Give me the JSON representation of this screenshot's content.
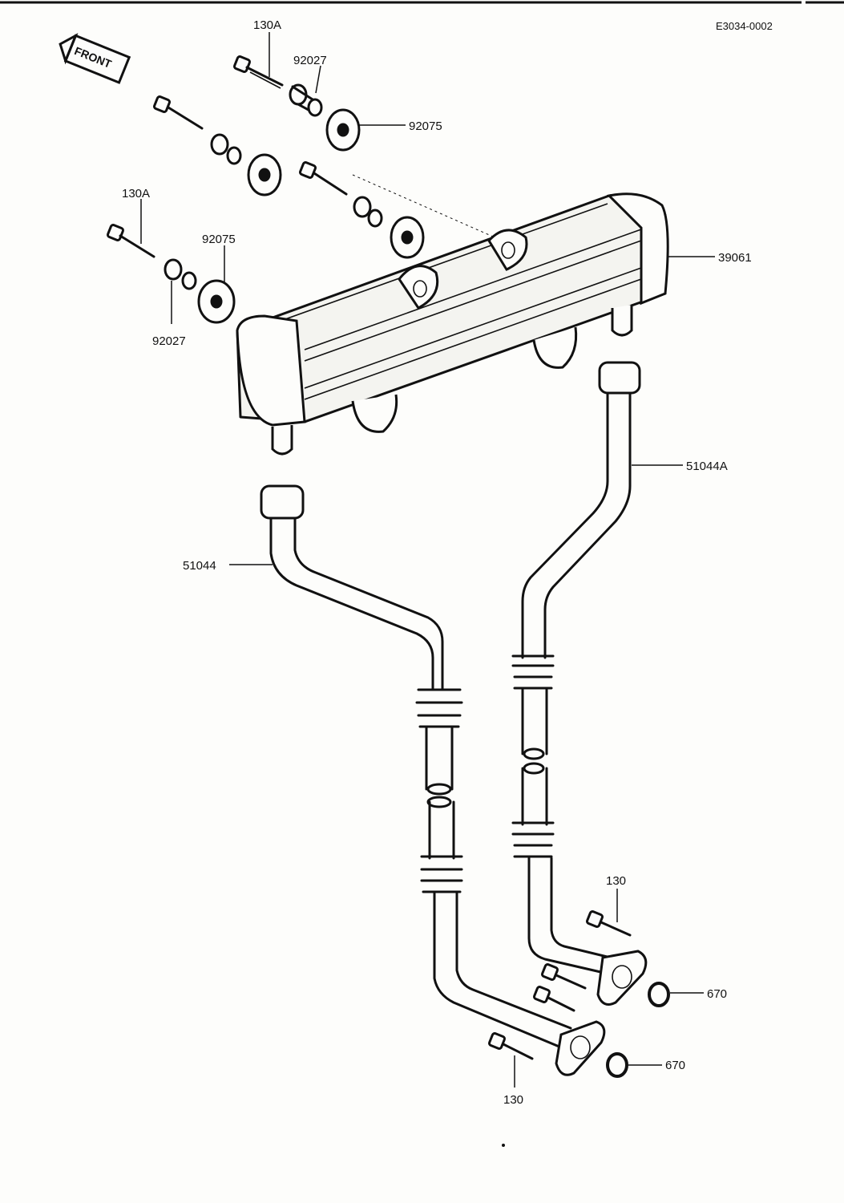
{
  "diagram": {
    "reference_code": "E3034-0002",
    "front_badge": "FRONT",
    "labels": {
      "bolt_top": "130A",
      "collar_top": "92027",
      "grommet_top": "92075",
      "bolt_left": "130A",
      "grommet_left": "92075",
      "collar_left": "92027",
      "cooler": "39061",
      "hose_right": "51044A",
      "hose_left": "51044",
      "bolt_bottom_right": "130",
      "oring_right": "670",
      "oring_bottom": "670",
      "bolt_bottom_left": "130"
    }
  }
}
